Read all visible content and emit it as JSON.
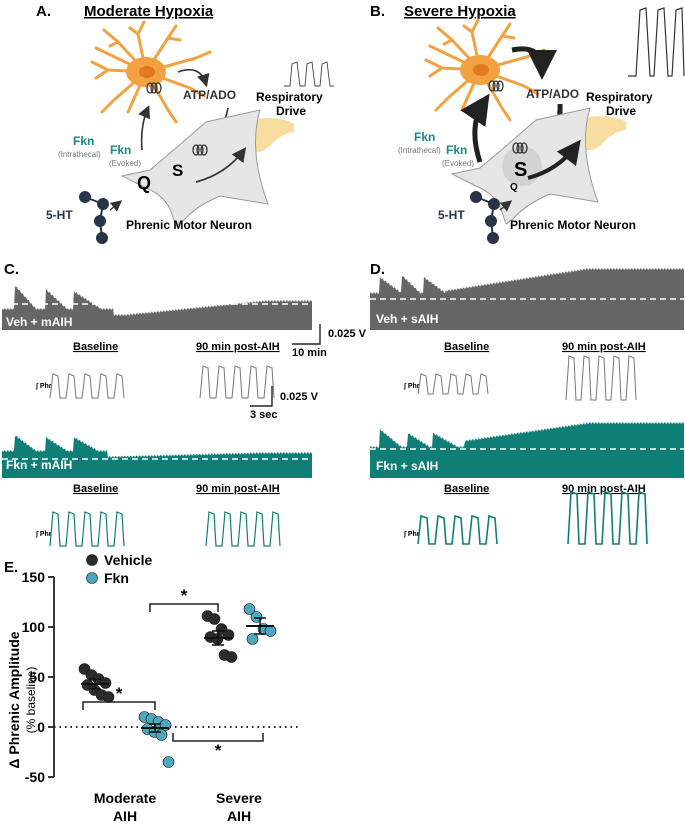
{
  "panels": {
    "a": {
      "letter": "A.",
      "title": "Moderate Hypoxia"
    },
    "b": {
      "letter": "B.",
      "title": "Severe Hypoxia"
    },
    "c": {
      "letter": "C."
    },
    "d": {
      "letter": "D."
    },
    "e": {
      "letter": "E."
    }
  },
  "schematic": {
    "atp_ado": "ATP/ADO",
    "respiratory": "Respiratory",
    "drive": "Drive",
    "fkn": "Fkn",
    "intrathecal": "(Intrathecal)",
    "evoked": "(Evoked)",
    "serotonin": "5-HT",
    "motor_neuron": "Phrenic Motor Neuron",
    "s_label": "S",
    "q_label": "Q"
  },
  "traces": {
    "c_top_label": "Veh + mAIH",
    "c_bottom_label": "Fkn + mAIH",
    "d_top_label": "Veh + sAIH",
    "d_bottom_label": "Fkn + sAIH",
    "baseline": "Baseline",
    "post": "90 min post-AIH",
    "phr": "∫ Phr",
    "scale_v": "0.025 V",
    "scale_min": "10 min",
    "scale_sec": "3 sec"
  },
  "colors": {
    "vehicle": "#2b2b2b",
    "fkn": "#4aa8c0",
    "trace_gray": "#666666",
    "trace_teal": "#0e7e76",
    "astrocyte": "#f2a241",
    "neuron": "#e6e6e6",
    "dendrite": "#f7dea0"
  },
  "chart_data": {
    "type": "scatter",
    "ylabel": "Δ Phrenic Amplitude",
    "ylabel_sub": "(% baseline)",
    "ylim": [
      -50,
      150
    ],
    "yticks": [
      -50,
      0,
      50,
      100,
      150
    ],
    "categories": [
      "Moderate AIH",
      "Severe AIH"
    ],
    "category_lines": [
      [
        "Moderate",
        "AIH"
      ],
      [
        "Severe",
        "AIH"
      ]
    ],
    "legend": [
      {
        "name": "Vehicle"
      },
      {
        "name": "Fkn"
      }
    ],
    "significance": "*",
    "series": [
      {
        "name": "Vehicle",
        "groups": [
          {
            "category": "Moderate AIH",
            "mean": 43,
            "sem": 5,
            "points": [
              58,
              52,
              48,
              44,
              42,
              37,
              32,
              30
            ]
          },
          {
            "category": "Severe AIH",
            "mean": 89,
            "sem": 7,
            "points": [
              111,
              108,
              98,
              92,
              90,
              88,
              72,
              70
            ]
          }
        ]
      },
      {
        "name": "Fkn",
        "groups": [
          {
            "category": "Moderate AIH",
            "mean": -1,
            "sem": 4,
            "points": [
              10,
              8,
              5,
              2,
              -2,
              -5,
              -8,
              -35
            ]
          },
          {
            "category": "Severe AIH",
            "mean": 101,
            "sem": 8,
            "points": [
              118,
              110,
              98,
              96,
              88
            ]
          }
        ]
      }
    ]
  }
}
